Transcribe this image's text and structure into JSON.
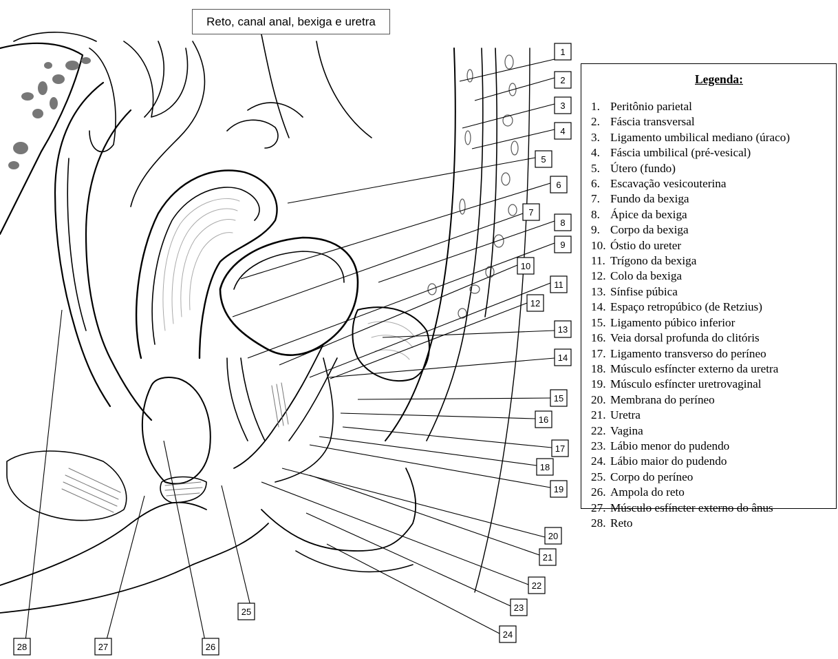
{
  "title": "Reto, canal anal, bexiga e uretra",
  "legend": {
    "heading": "Legenda:",
    "items": [
      {
        "number": "1.",
        "text": "Peritônio parietal"
      },
      {
        "number": "2.",
        "text": "Fáscia transversal"
      },
      {
        "number": "3.",
        "text": "Ligamento umbilical mediano (úraco)"
      },
      {
        "number": "4.",
        "text": "Fáscia umbilical (pré-vesical)"
      },
      {
        "number": "5.",
        "text": "Útero (fundo)"
      },
      {
        "number": "6.",
        "text": "Escavação vesicouterina"
      },
      {
        "number": "7.",
        "text": "Fundo da bexiga"
      },
      {
        "number": "8.",
        "text": "Ápice da bexiga"
      },
      {
        "number": "9.",
        "text": "Corpo da bexiga"
      },
      {
        "number": "10.",
        "text": "Óstio do ureter"
      },
      {
        "number": "11.",
        "text": "Trígono da bexiga"
      },
      {
        "number": "12.",
        "text": "Colo da bexiga"
      },
      {
        "number": "13.",
        "text": "Sínfise púbica"
      },
      {
        "number": "14.",
        "text": "Espaço retropúbico (de Retzius)"
      },
      {
        "number": "15.",
        "text": "Ligamento púbico inferior"
      },
      {
        "number": "16.",
        "text": "Veia dorsal profunda do clitóris"
      },
      {
        "number": "17.",
        "text": "Ligamento transverso do períneo"
      },
      {
        "number": "18.",
        "text": "Músculo esfíncter externo da uretra"
      },
      {
        "number": "19.",
        "text": "Músculo esfíncter uretrovaginal"
      },
      {
        "number": "20.",
        "text": "Membrana do períneo"
      },
      {
        "number": "21.",
        "text": "Uretra"
      },
      {
        "number": "22.",
        "text": "Vagina"
      },
      {
        "number": "23.",
        "text": "Lábio menor do pudendo"
      },
      {
        "number": "24.",
        "text": "Lábio maior do pudendo"
      },
      {
        "number": "25.",
        "text": "Corpo do períneo"
      },
      {
        "number": "26.",
        "text": "Ampola do reto"
      },
      {
        "number": "27.",
        "text": "Músculo esfíncter externo do ânus"
      },
      {
        "number": "28.",
        "text": "Reto"
      }
    ]
  },
  "callout_labels": [
    "1",
    "2",
    "3",
    "4",
    "5",
    "6",
    "7",
    "8",
    "9",
    "10",
    "11",
    "12",
    "13",
    "14",
    "15",
    "16",
    "17",
    "18",
    "19",
    "20",
    "21",
    "22",
    "23",
    "24",
    "25",
    "26",
    "27",
    "28"
  ]
}
